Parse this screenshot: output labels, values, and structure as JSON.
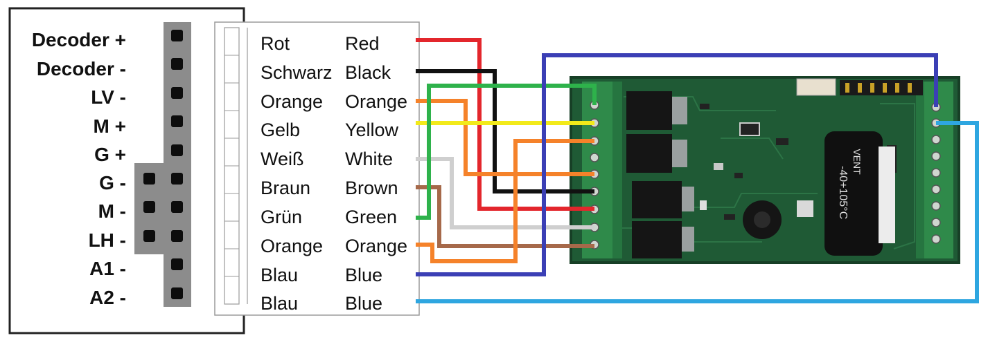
{
  "pin_labels": [
    "Decoder +",
    "Decoder -",
    "LV -",
    "M +",
    "G +",
    "G -",
    "M -",
    "LH -",
    "A1 -",
    "A2 -"
  ],
  "wires": [
    {
      "de": "Rot",
      "en": "Red",
      "color": "#e3262c"
    },
    {
      "de": "Schwarz",
      "en": "Black",
      "color": "#111111"
    },
    {
      "de": "Orange",
      "en": "Orange",
      "color": "#f5822a"
    },
    {
      "de": "Gelb",
      "en": "Yellow",
      "color": "#f2ea1a"
    },
    {
      "de": "Weiß",
      "en": "White",
      "color": "#cfcfcf"
    },
    {
      "de": "Braun",
      "en": "Brown",
      "color": "#a6694a"
    },
    {
      "de": "Grün",
      "en": "Green",
      "color": "#2eb24b"
    },
    {
      "de": "Orange",
      "en": "Orange",
      "color": "#f5822a"
    },
    {
      "de": "Blau",
      "en": "Blue",
      "color": "#3b3fb5"
    },
    {
      "de": "Blau",
      "en": "Blue",
      "color": "#2ea6e0"
    }
  ],
  "board": {
    "capacitor_text": [
      "VENT",
      "-40+105°C"
    ]
  }
}
